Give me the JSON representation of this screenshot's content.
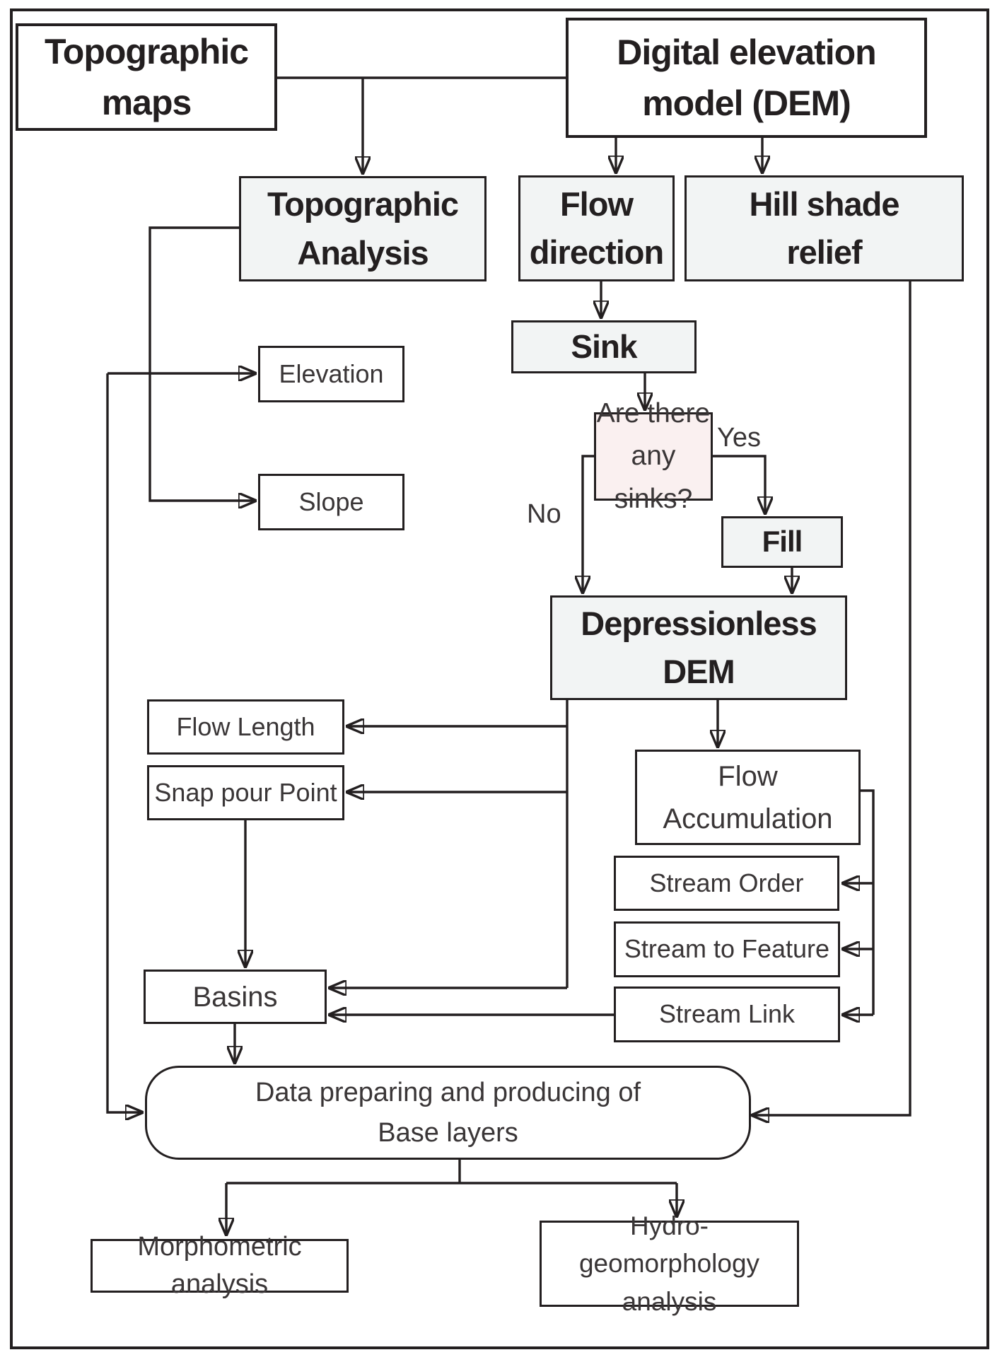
{
  "diagram": {
    "title": "DEM hydrological and topographic processing flowchart",
    "nodes": {
      "topographic_maps": "Topographic\nmaps",
      "digital_elevation_model": "Digital elevation\nmodel (DEM)",
      "topographic_analysis": "Topographic\nAnalysis",
      "flow_direction": "Flow\ndirection",
      "hill_shade_relief": "Hill shade\nrelief",
      "sink": "Sink",
      "sinks_question": "Are there\nany sinks?",
      "fill": "Fill",
      "depressionless_dem": "Depressionless\nDEM",
      "elevation": "Elevation",
      "slope": "Slope",
      "flow_length": "Flow Length",
      "snap_pour_point": "Snap pour Point",
      "flow_accumulation": "Flow\nAccumulation",
      "stream_order": "Stream Order",
      "stream_to_feature": "Stream to Feature",
      "stream_link": "Stream Link",
      "basins": "Basins",
      "data_preparing": "Data preparing and  producing of\nBase layers",
      "morphometric_analysis": "Morphometric analysis",
      "hydro_geomorphology": "Hydro-geomorphology\nanalysis"
    },
    "edge_labels": {
      "yes": "Yes",
      "no": "No"
    },
    "colors": {
      "line": "#231f20",
      "box_border": "#231f20",
      "box_white": "#ffffff",
      "box_gray": "#f2f4f4",
      "box_pink": "#faf0f0",
      "text_bold": "#231f20",
      "text_reg": "#3a3637"
    }
  }
}
